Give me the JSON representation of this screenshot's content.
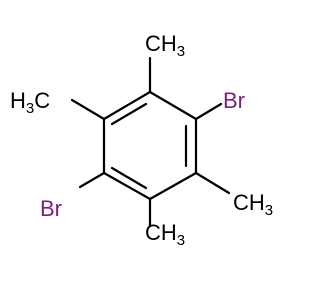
{
  "molecule": {
    "labels": {
      "ch3_top": {
        "main": "CH",
        "sub": "3"
      },
      "br_right": {
        "main": "Br"
      },
      "h3c_left": {
        "pre": "H",
        "sub": "3",
        "main": "C"
      },
      "br_left": {
        "main": "Br"
      },
      "ch3_right": {
        "main": "CH",
        "sub": "3"
      },
      "ch3_bottom": {
        "main": "CH",
        "sub": "3"
      }
    },
    "colors": {
      "carbon": "#000000",
      "bromine": "#7b1f7a",
      "background": "#ffffff"
    }
  }
}
